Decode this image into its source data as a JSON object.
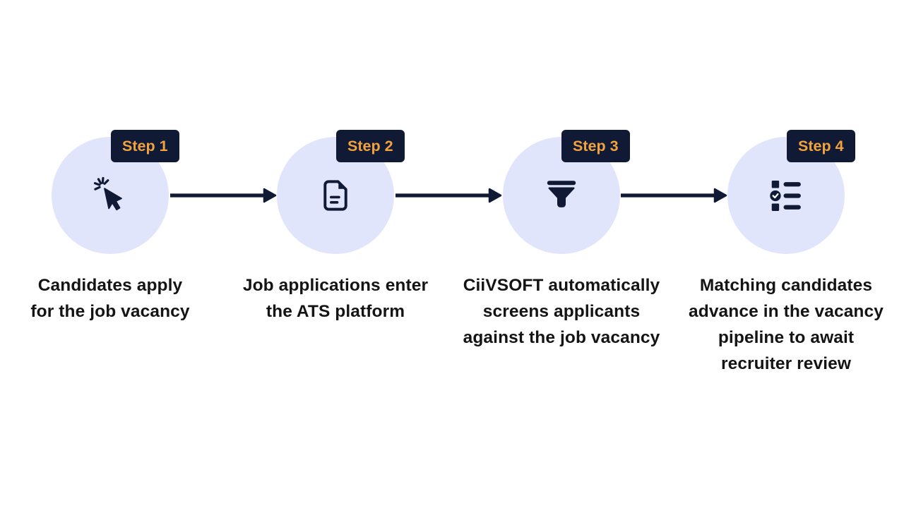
{
  "diagram": {
    "type": "process-flow",
    "colors": {
      "navy": "#101a35",
      "orange": "#f2a33d",
      "circle_lavender": "#e1e5fc",
      "background": "#ffffff",
      "caption_text": "#141414"
    },
    "steps": [
      {
        "badge": "Step 1",
        "icon": "cursor-click-icon",
        "caption": "Candidates apply\nfor the job vacancy"
      },
      {
        "badge": "Step 2",
        "icon": "document-icon",
        "caption": "Job applications enter\nthe ATS platform"
      },
      {
        "badge": "Step 3",
        "icon": "filter-icon",
        "caption": "CiiVSOFT automatically\nscreens applicants\nagainst the job vacancy"
      },
      {
        "badge": "Step 4",
        "icon": "checklist-icon",
        "caption": "Matching candidates\nadvance in the vacancy\npipeline to await\nrecruiter review"
      }
    ],
    "connectors": [
      "arrow-right",
      "arrow-right",
      "arrow-right"
    ]
  }
}
